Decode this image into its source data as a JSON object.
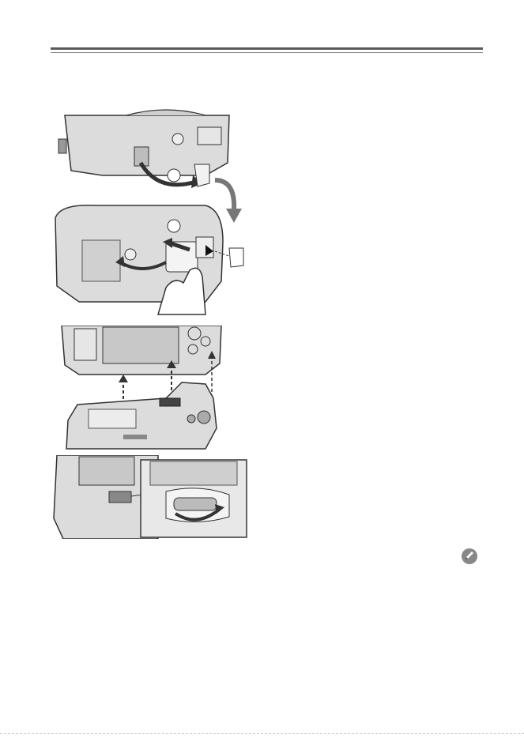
{
  "header": {
    "rule_color": "#5a5a5a"
  },
  "illustrations": [
    {
      "icon": "camera-bottom-cover-removal-illustration"
    },
    {
      "icon": "battery-grip-attach-illustration"
    },
    {
      "icon": "grip-lock-dial-illustration"
    }
  ],
  "note": {
    "icon": "pencil-note-icon",
    "color": "#888888"
  }
}
